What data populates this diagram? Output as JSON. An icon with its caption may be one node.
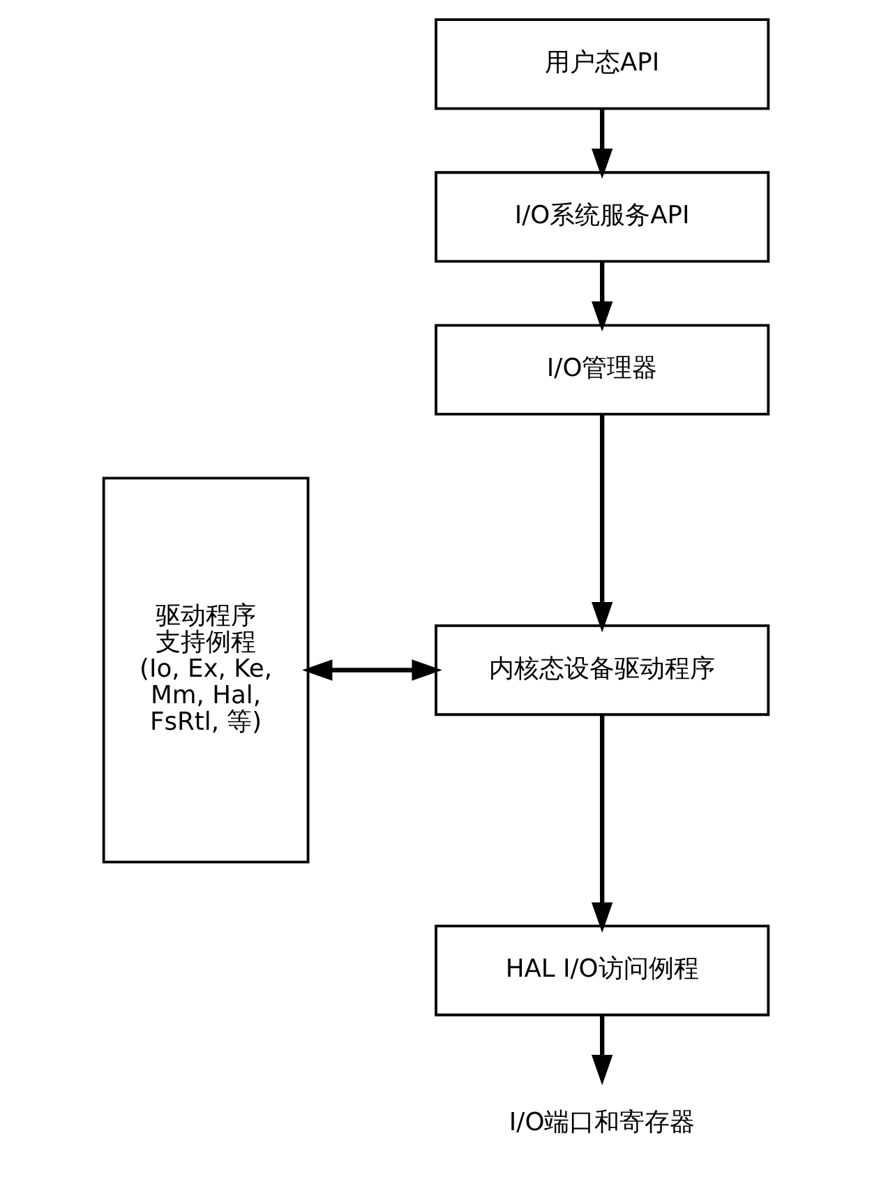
{
  "diagram": {
    "nodes": [
      {
        "text": [
          "用户态API"
        ]
      },
      {
        "text": [
          "I/O系统服务API"
        ]
      },
      {
        "text": [
          "I/O管理器"
        ]
      },
      {
        "text": [
          "驱动程序支持例程(Io, Ex, Ke, Mm, Hal, FsRtl, 等)"
        ]
      },
      {
        "text": [
          "内核态设备驱动程序"
        ]
      },
      {
        "text": [
          "HAL I/O访问例程"
        ]
      },
      {
        "text": [
          "I/O端口和寄存器"
        ]
      }
    ],
    "edges": [
      {
        "from": 0,
        "to": 1,
        "arrow": "to"
      },
      {
        "from": 1,
        "to": 2,
        "arrow": "to"
      },
      {
        "from": 2,
        "to": 4,
        "arrow": "to"
      },
      {
        "from": 3,
        "to": 4,
        "arrow": "both"
      },
      {
        "from": 4,
        "to": 5,
        "arrow": "to"
      },
      {
        "from": 5,
        "to": 6,
        "arrow": "to"
      }
    ]
  }
}
